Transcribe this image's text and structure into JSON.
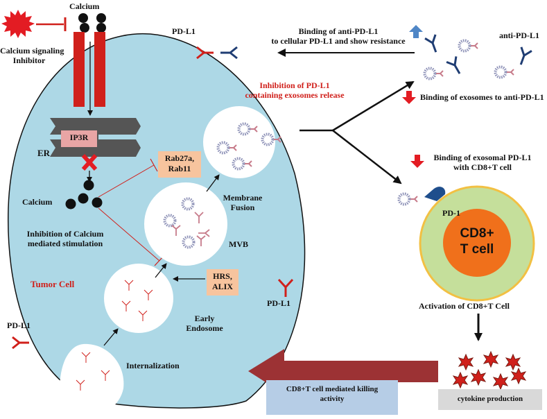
{
  "labels": {
    "calcium_top": "Calcium",
    "calcium_inhibitor_l1": "Calcium signaling",
    "calcium_inhibitor_l2": "Inhibitor",
    "pdl1_top": "PD-L1",
    "anti_binding_l1": "Binding of anti-PD-L1",
    "anti_binding_l2": "to cellular PD-L1 and show resistance",
    "anti_pdl1": "anti-PD-L1",
    "inhib_exo_l1": "Inhibition of PD-L1",
    "inhib_exo_l2": "containing exosomes release",
    "exo_anti_binding": "Binding of exosomes to anti-PD-L1",
    "er": "ER",
    "ip3r": "IP3R",
    "calcium_mid": "Calcium",
    "rab_l1": "Rab27a,",
    "rab_l2": "Rab11",
    "membrane_fusion_l1": "Membrane",
    "membrane_fusion_l2": "Fusion",
    "exo_cd8_l1": "Binding of exosomal PD-L1",
    "exo_cd8_l2": "with CD8+T cell",
    "inhib_calcium_l1": "Inhibition of Calcium",
    "inhib_calcium_l2": "mediated stimulation",
    "mvb": "MVB",
    "pd1": "PD-1",
    "cd8_l1": "CD8+",
    "cd8_l2": "T cell",
    "tumor_cell": "Tumor Cell",
    "hrs_l1": "HRS,",
    "hrs_l2": "ALIX",
    "pdl1_right": "PD-L1",
    "activation": "Activation of  CD8+T Cell",
    "early_endosome_l1": "Early",
    "early_endosome_l2": "Endosome",
    "pdl1_left": "PD-L1",
    "internalization": "Internalization",
    "killing_l1": "CD8+T cell mediated killing",
    "killing_l2": "activity",
    "cytokine": "cytokine  production"
  },
  "colors": {
    "cell_fill": "#add8e6",
    "red": "#d0201b",
    "dark_blue": "#1f3d73",
    "er_grey": "#555555",
    "box_orange": "#f7c49e",
    "cd8_outer": "#c5df9b",
    "cd8_inner": "#f0701b",
    "killing_arrow": "#9c3234",
    "killing_box": "#b6cde6",
    "cytokine_box": "#d9d9d9",
    "up_arrow": "#4f86c6"
  }
}
